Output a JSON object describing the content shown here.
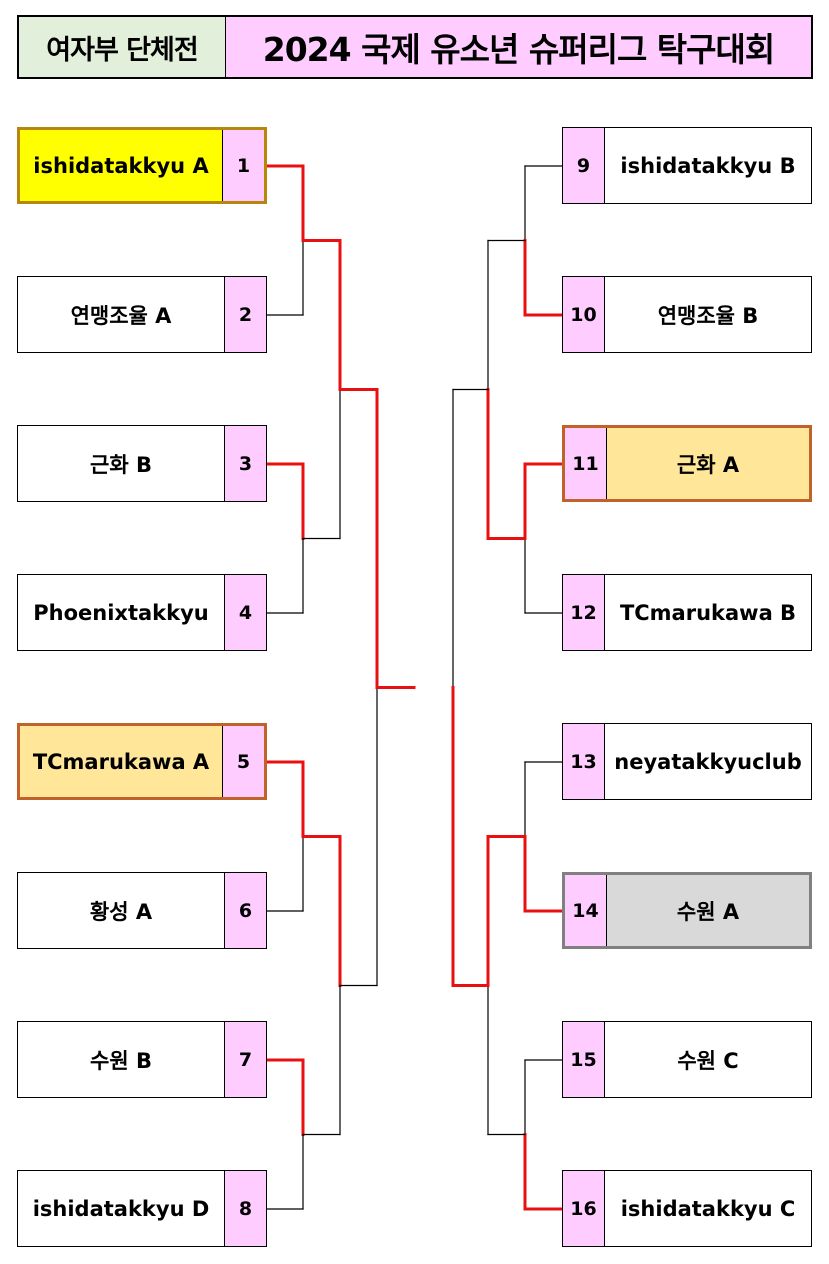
{
  "header": {
    "division": "여자부 단체전",
    "title": "2024 국제 유소년 슈퍼리그 탁구대회"
  },
  "colors": {
    "advance_line": "#e81010",
    "line": "#000000",
    "seed_cell": "#ffccff",
    "winner": "#ffff00",
    "semifinal": "#ffe699",
    "finalist_gray": "#d9d9d9"
  },
  "bracket": {
    "left": [
      {
        "seed": "1",
        "name": "ishidatakkyu A",
        "highlight": "yellow"
      },
      {
        "seed": "2",
        "name": "연맹조율 A",
        "highlight": ""
      },
      {
        "seed": "3",
        "name": "근화 B",
        "highlight": ""
      },
      {
        "seed": "4",
        "name": "Phoenixtakkyu",
        "highlight": ""
      },
      {
        "seed": "5",
        "name": "TCmarukawa A",
        "highlight": "orange"
      },
      {
        "seed": "6",
        "name": "황성 A",
        "highlight": ""
      },
      {
        "seed": "7",
        "name": "수원 B",
        "highlight": ""
      },
      {
        "seed": "8",
        "name": "ishidatakkyu D",
        "highlight": ""
      }
    ],
    "right": [
      {
        "seed": "9",
        "name": "ishidatakkyu B",
        "highlight": ""
      },
      {
        "seed": "10",
        "name": "연맹조율 B",
        "highlight": ""
      },
      {
        "seed": "11",
        "name": "근화 A",
        "highlight": "orange"
      },
      {
        "seed": "12",
        "name": "TCmarukawa B",
        "highlight": ""
      },
      {
        "seed": "13",
        "name": "neyatakkyuclub",
        "highlight": ""
      },
      {
        "seed": "14",
        "name": "수원 A",
        "highlight": "gray"
      },
      {
        "seed": "15",
        "name": "수원 C",
        "highlight": ""
      },
      {
        "seed": "16",
        "name": "ishidatakkyu C",
        "highlight": ""
      }
    ],
    "results": {
      "round1_winners": [
        "1",
        "3",
        "5",
        "7",
        "10",
        "11",
        "14",
        "16"
      ],
      "quarterfinal_winners": [
        "1",
        "5",
        "11",
        "14"
      ],
      "semifinal_winners": [
        "1",
        "14"
      ]
    }
  }
}
